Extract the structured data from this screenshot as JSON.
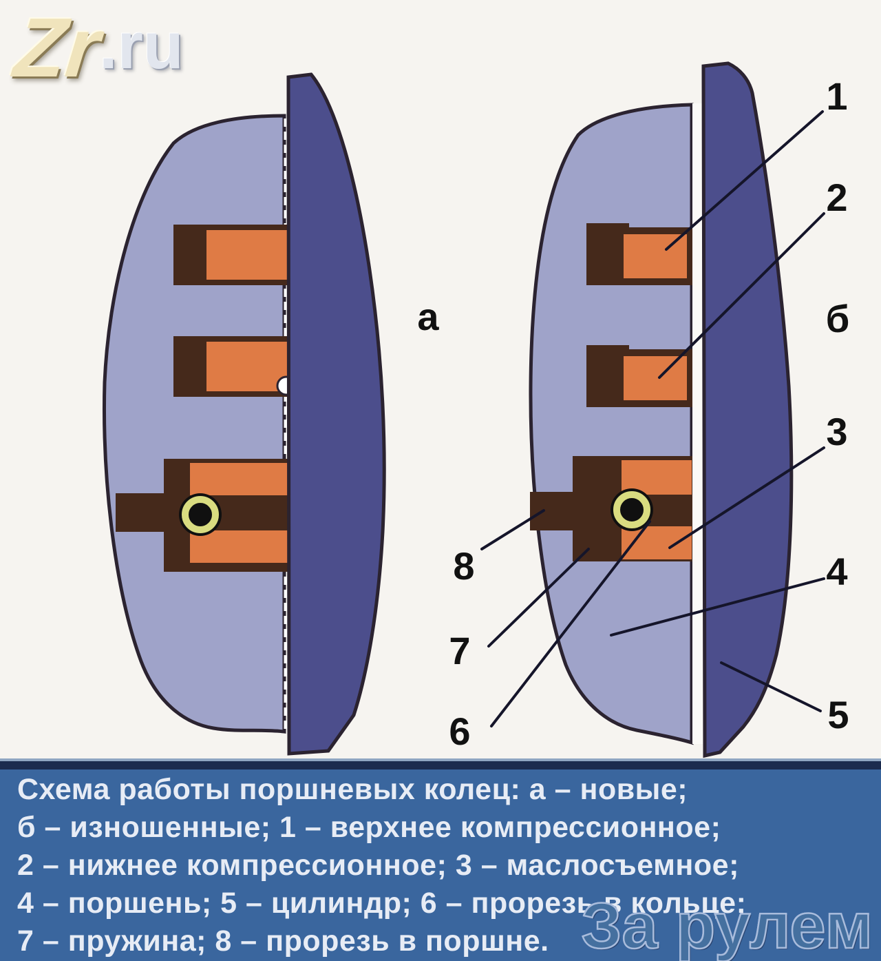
{
  "colors": {
    "background": "#f6f4f0",
    "piston": "#9fa3c9",
    "cylinder": "#4c4e8c",
    "groove_brown": "#45291b",
    "ring_orange": "#df7b45",
    "spring_yellow": "#d9dc80",
    "outline_dark": "#2b2330",
    "band": "#3a669e",
    "band_dark": "#1b2b4e",
    "band_line": "#8fa6c2",
    "caption_text": "#e7ecf5",
    "label_text": "#111111",
    "logo_beige": "#f0e4bc",
    "logo_silver": "#e2e6ee",
    "watermark_blue": "#a9bcdc"
  },
  "logo": {
    "part1": "Zr",
    "part2": ".ru"
  },
  "figure": {
    "label_a": "а",
    "label_b": "б",
    "callouts": {
      "c1": "1",
      "c2": "2",
      "c3": "3",
      "c4": "4",
      "c5": "5",
      "c6": "6",
      "c7": "7",
      "c8": "8"
    }
  },
  "caption": {
    "lines": [
      "Схема работы поршневых колец: а – новые;",
      "б – изношенные; 1 – верхнее компрессионное;",
      "2 – нижнее компрессионное; 3 – маслосъемное;",
      "4 – поршень; 5 – цилиндр; 6 – прорезь в кольце;",
      "7 – пружина; 8 – прорезь в поршне."
    ]
  },
  "watermark": "За рулем"
}
